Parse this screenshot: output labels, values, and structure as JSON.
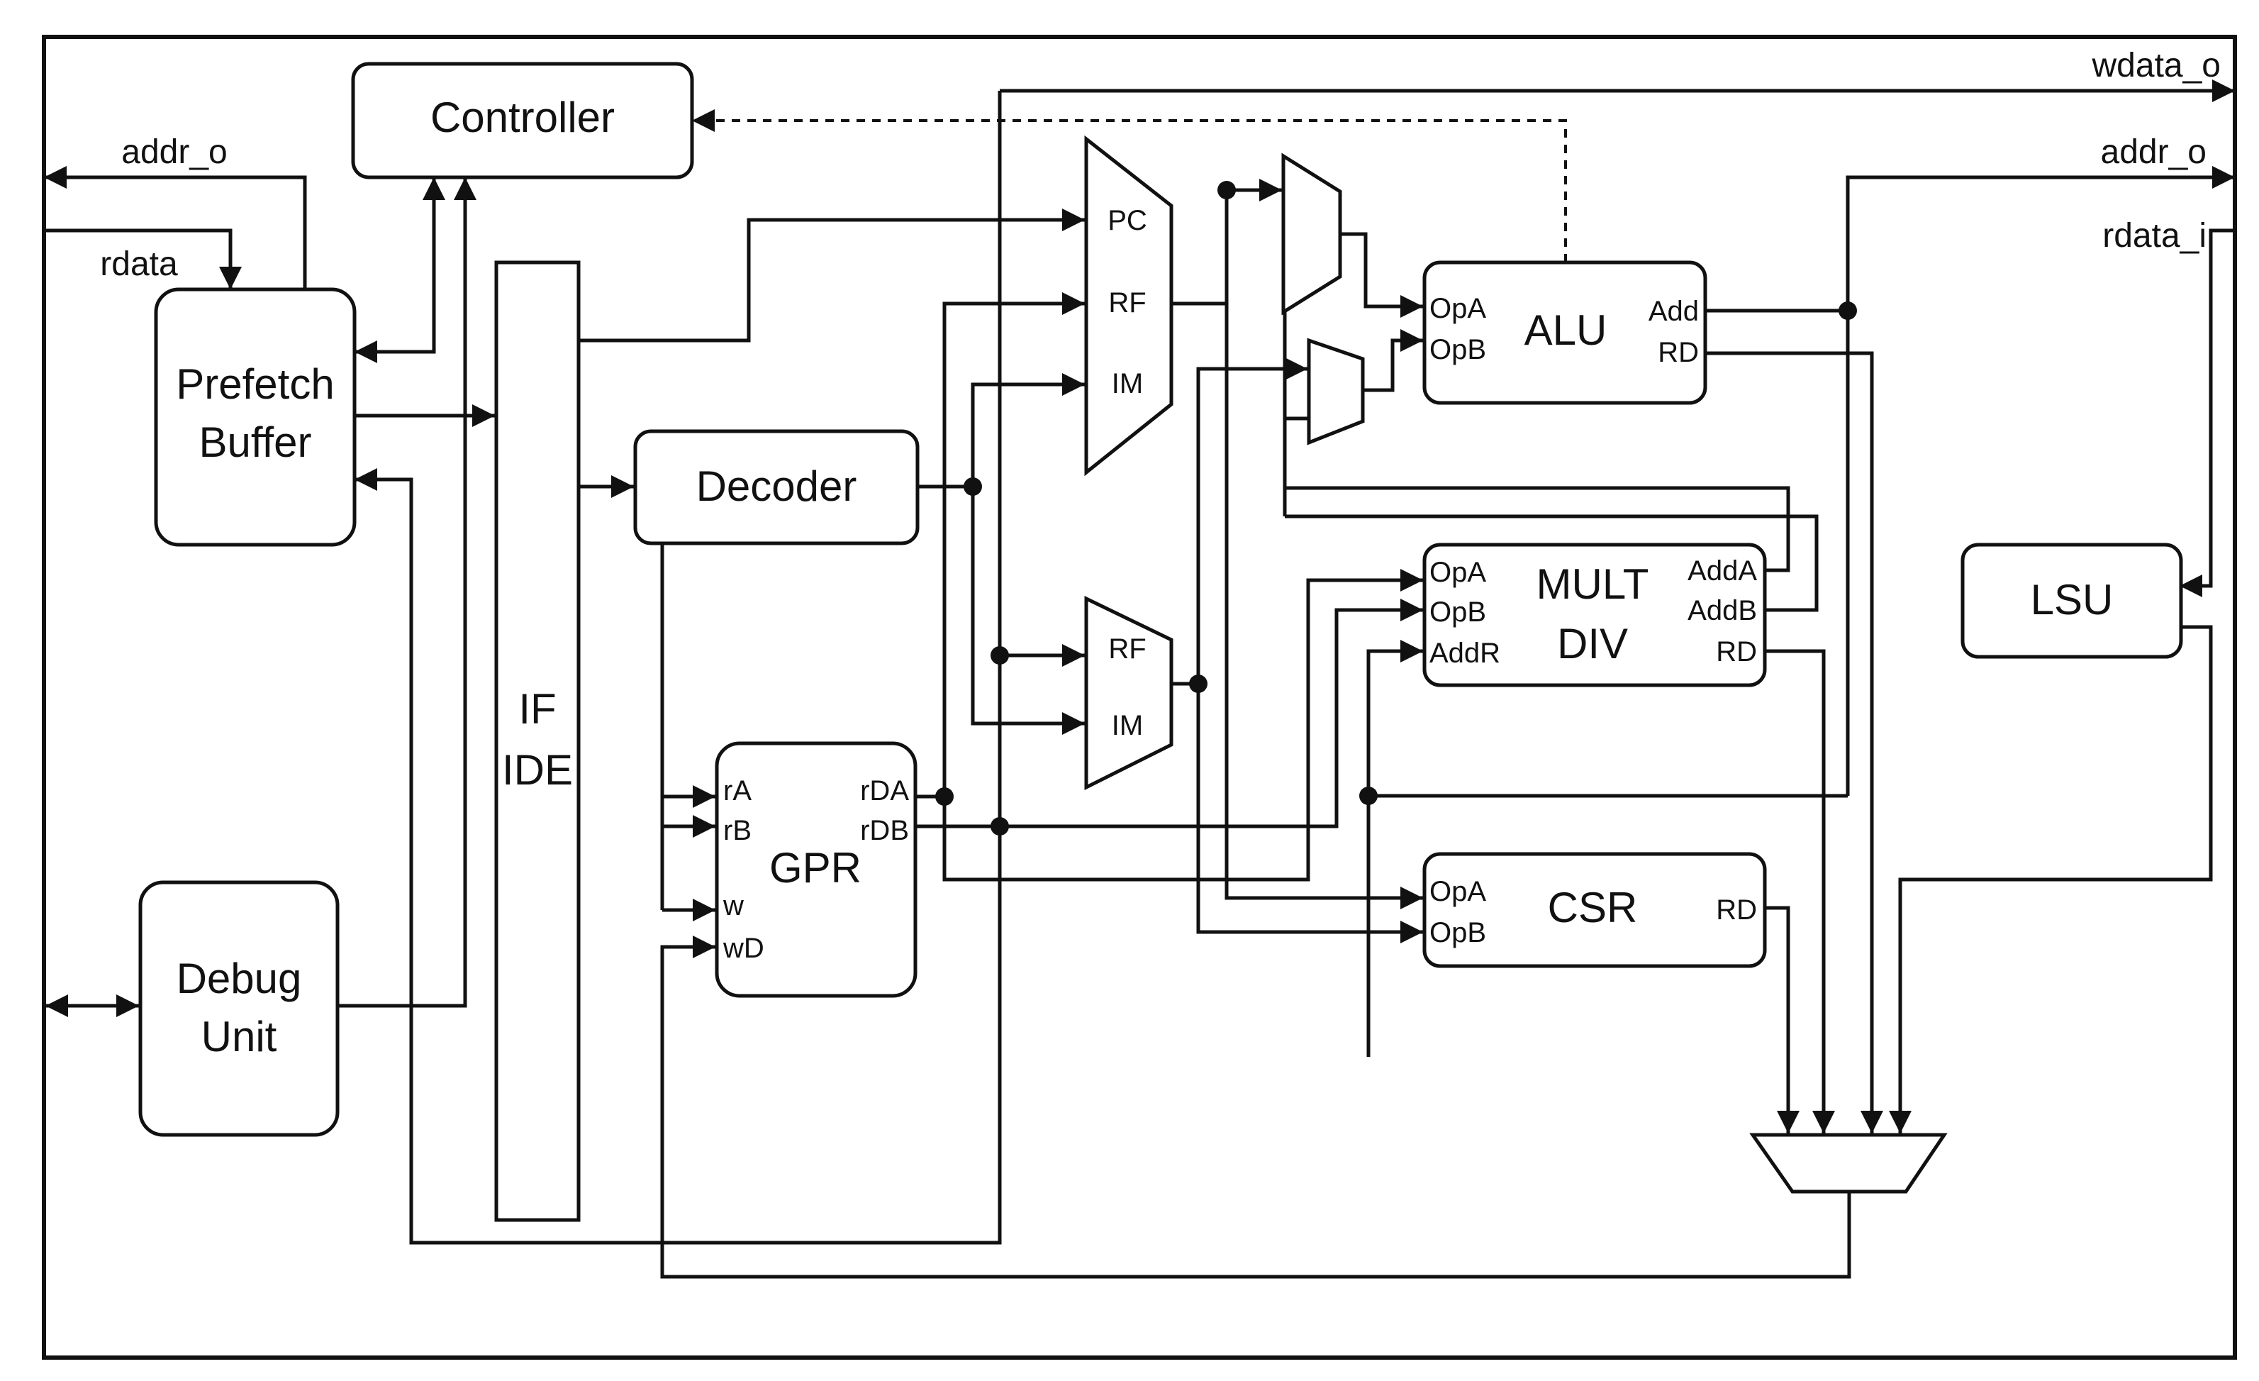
{
  "external": {
    "addr_o_left": "addr_o",
    "rdata_left": "rdata",
    "wdata_o": "wdata_o",
    "addr_o_right": "addr_o",
    "rdata_i": "rdata_i"
  },
  "blocks": {
    "controller": "Controller",
    "prefetch_l1": "Prefetch",
    "prefetch_l2": "Buffer",
    "debug_l1": "Debug",
    "debug_l2": "Unit",
    "ifide_l1": "IF",
    "ifide_l2": "IDE",
    "decoder": "Decoder",
    "gpr": "GPR",
    "alu": "ALU",
    "multdiv_l1": "MULT",
    "multdiv_l2": "DIV",
    "csr": "CSR",
    "lsu": "LSU"
  },
  "mux1": {
    "pc": "PC",
    "rf": "RF",
    "im": "IM"
  },
  "mux2": {
    "rf": "RF",
    "im": "IM"
  },
  "gpr_ports": {
    "ra": "rA",
    "rb": "rB",
    "w": "w",
    "wd": "wD",
    "rda": "rDA",
    "rdb": "rDB"
  },
  "alu_ports": {
    "opa": "OpA",
    "opb": "OpB",
    "add": "Add",
    "rd": "RD"
  },
  "multdiv_ports": {
    "opa": "OpA",
    "opb": "OpB",
    "addr": "AddR",
    "adda": "AddA",
    "addb": "AddB",
    "rd": "RD"
  },
  "csr_ports": {
    "opa": "OpA",
    "opb": "OpB",
    "rd": "RD"
  }
}
